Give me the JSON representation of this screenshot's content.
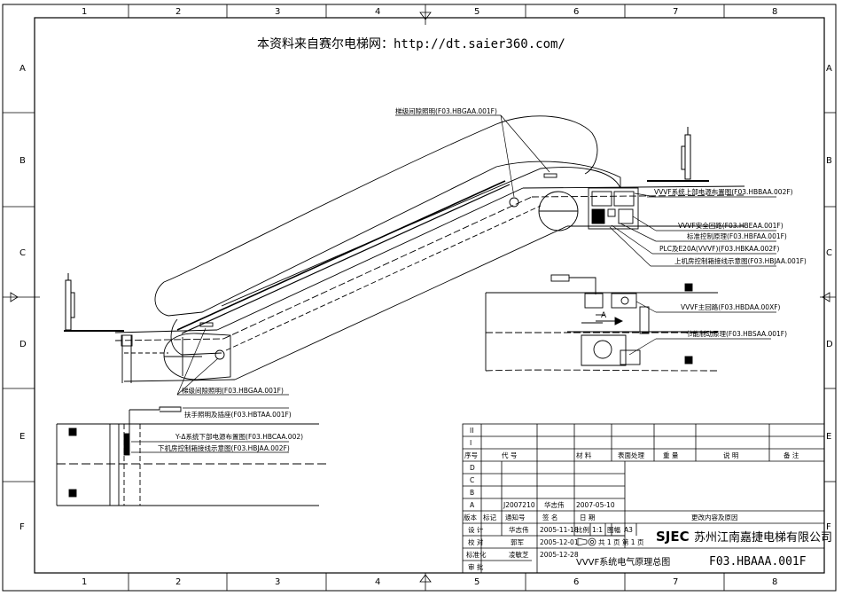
{
  "watermark": "本资料来自赛尔电梯网：http://dt.saier360.com/",
  "grid": {
    "columns": [
      "1",
      "2",
      "3",
      "4",
      "5",
      "6",
      "7",
      "8"
    ],
    "rows": [
      "A",
      "B",
      "C",
      "D",
      "E",
      "F"
    ]
  },
  "callouts": {
    "top_light": "梯级间隙照明(F03.HBGAA.001F)",
    "upper_vvvf_cabinet": "VVVF系统上部电源布置图(F03.HBBAA.002F)",
    "vvvf_safety": "VVVF安全回路(F03.HBEAA.001F)",
    "std_control": "标准控制原理(F03.HBFAA.001F)",
    "plc": "PLC及E20A(VVVF)(F03.HBKAA.002F)",
    "upper_machine_room": "上机房控制箱接线示意图(F03.HBJAA.001F)",
    "vvvf_main": "VVVF主回路(F03.HBDAA.00XF)",
    "brake": "节能制动原理(F03.HBSAA.001F)",
    "bottom_light": "梯级间隙照明(F03.HBGAA.001F)",
    "handrail_light": "扶手照明及插座(F03.HBTAA.001F)",
    "yd_lower": "Y-Δ系统下部电源布置图(F03.HBCAA.002)",
    "lower_machine_room": "下机房控制箱接线示意图(F03.HBJAA.002F)",
    "arrow_a": "A"
  },
  "title_block": {
    "rev_rows_top": [
      "II",
      "I"
    ],
    "columns_header": [
      "序号",
      "代 号",
      "材 料",
      "表面处理",
      "重 量",
      "说 明",
      "备 注"
    ],
    "rev_rows": [
      "D",
      "C",
      "B"
    ],
    "row_a": {
      "ver": "A",
      "notice": "J2007210",
      "sign": "华志伟",
      "date": "2007-05-10"
    },
    "change_header": {
      "ver": "版本",
      "mark": "标记",
      "notice": "通知号",
      "sign": "签 名",
      "date": "日 期",
      "reason": "更改内容及原因"
    },
    "design": {
      "label": "设 计",
      "name": "华志伟",
      "date": "2005-11-18"
    },
    "check": {
      "label": "校 对",
      "name": "郭军",
      "date": "2005-12-01"
    },
    "standard": {
      "label": "标准化",
      "name": "凌敏芝",
      "date": "2005-12-28"
    },
    "approve": {
      "label": "审 批"
    },
    "scale_label": "比例",
    "scale": "1:1",
    "sheet_label": "图幅",
    "sheet_size": "A3",
    "pages": "共 1 页 第 1 页",
    "brand": "SJEC",
    "company": "苏州江南嘉捷电梯有限公司",
    "drawing_title": "VVVF系统电气原理总图",
    "drawing_no": "F03.HBAAA.001F"
  }
}
